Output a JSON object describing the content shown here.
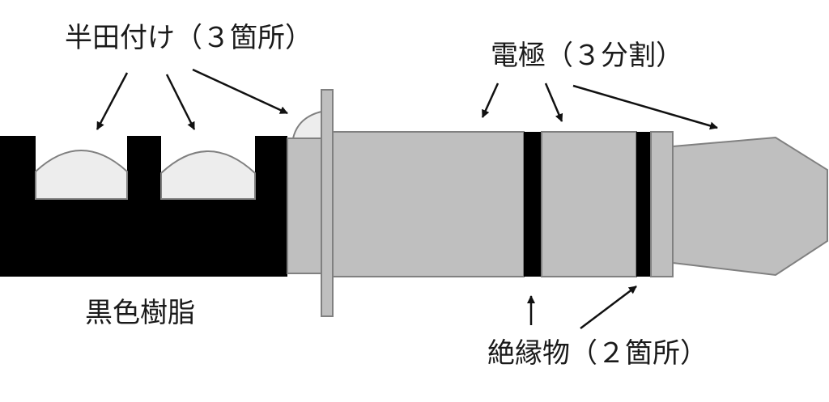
{
  "labels": {
    "solder": "半田付け（３箇所）",
    "electrode": "電極（３分割）",
    "resin": "黒色樹脂",
    "insulator": "絶縁物（２箇所）"
  },
  "colors": {
    "resin": "#000000",
    "metal": "#bfbfbf",
    "metal_stroke": "#808080",
    "solder": "#ededed",
    "insulator": "#000000",
    "arrow": "#111111"
  }
}
